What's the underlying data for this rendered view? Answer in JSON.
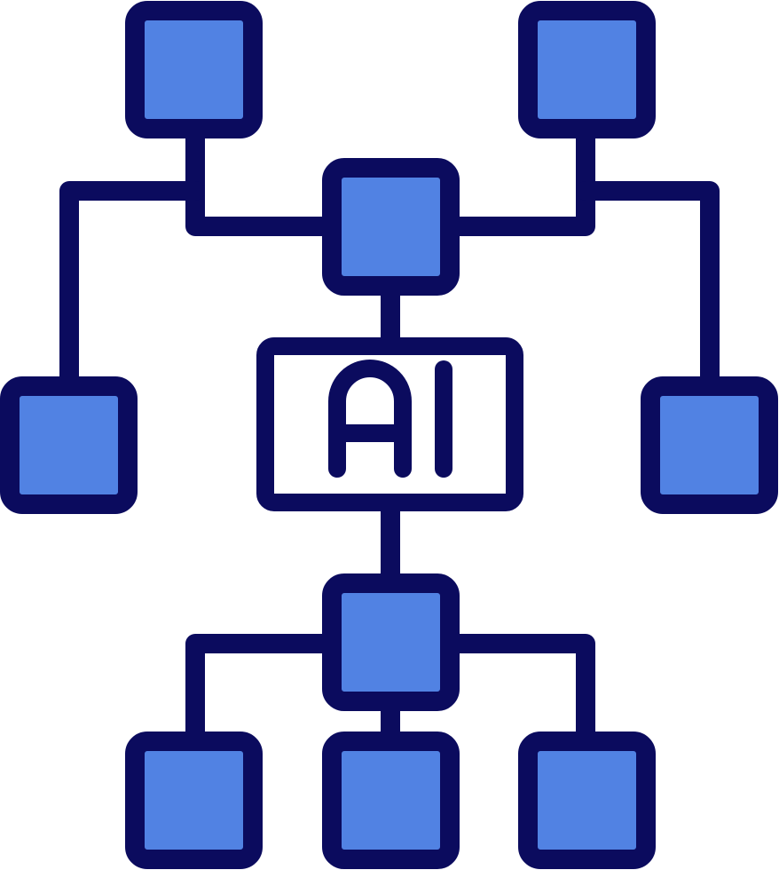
{
  "icon": {
    "name": "ai-network-hierarchy-icon",
    "center_label": "AI",
    "colors": {
      "outline": "#0b0b5e",
      "node_fill": "#5182e3",
      "label_box_fill": "#ffffff",
      "background": "#ffffff"
    },
    "nodes": [
      "top-left-node",
      "top-right-node",
      "upper-hub-node",
      "middle-left-node",
      "middle-right-node",
      "lower-hub-node",
      "bottom-left-node",
      "bottom-center-node",
      "bottom-right-node"
    ]
  }
}
